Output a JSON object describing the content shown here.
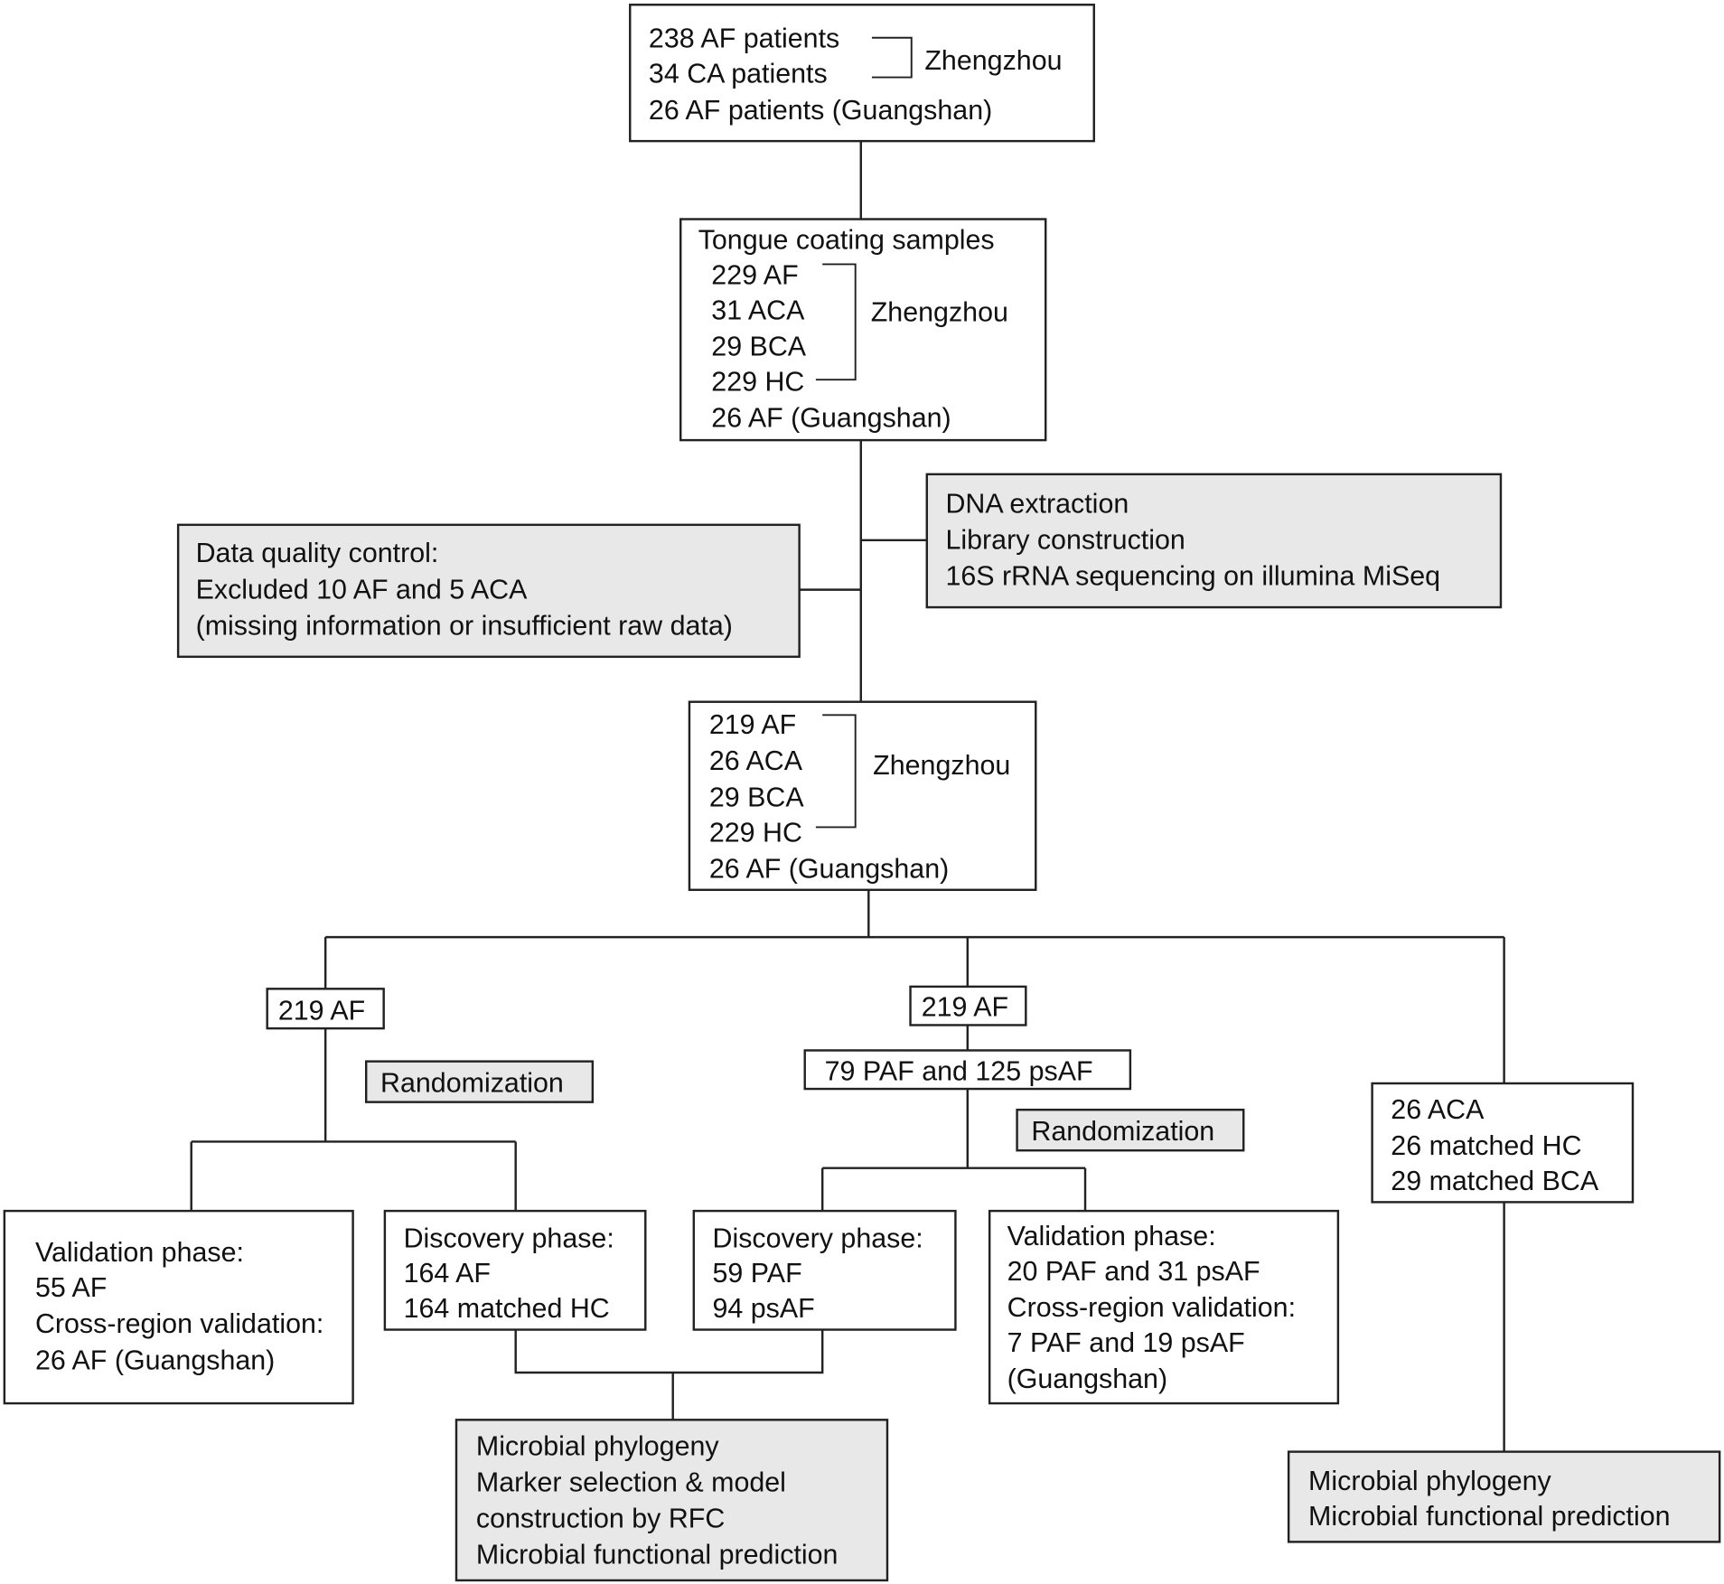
{
  "enrollment": {
    "lines": [
      "238 AF patients",
      "34 CA patients",
      "26 AF patients (Guangshan)"
    ],
    "region": "Zhengzhou"
  },
  "samples": {
    "title": "Tongue coating samples",
    "lines": [
      "229 AF",
      "31 ACA",
      "29 BCA",
      "229 HC",
      "26 AF (Guangshan)"
    ],
    "region": "Zhengzhou"
  },
  "sequencing": {
    "lines": [
      "DNA extraction",
      "Library construction",
      "16S rRNA sequencing on illumina MiSeq"
    ]
  },
  "quality_control": {
    "lines": [
      "Data quality control:",
      "Excluded 10 AF and 5 ACA",
      "(missing information or insufficient raw data)"
    ]
  },
  "final_cohort": {
    "lines": [
      "219 AF",
      "26 ACA",
      "29 BCA",
      "229 HC",
      "26 AF (Guangshan)"
    ],
    "region": "Zhengzhou"
  },
  "branch_left": {
    "label": "219 AF",
    "randomization": "Randomization",
    "validation": [
      "Validation phase:",
      "55 AF",
      "Cross-region validation:",
      "26 AF (Guangshan)"
    ],
    "discovery": [
      "Discovery phase:",
      "164 AF",
      "164 matched HC"
    ]
  },
  "branch_middle": {
    "label": "219 AF",
    "subtypes": "79 PAF and 125 psAF",
    "randomization": "Randomization",
    "discovery": [
      "Discovery phase:",
      "59 PAF",
      "94 psAF"
    ],
    "validation": [
      "Validation phase:",
      "20 PAF and 31 psAF",
      "Cross-region validation:",
      "7 PAF and 19 psAF",
      "(Guangshan)"
    ]
  },
  "branch_right": {
    "lines": [
      "26 ACA",
      "26 matched HC",
      "29 matched BCA"
    ],
    "analysis": [
      "Microbial phylogeny",
      "Microbial functional prediction"
    ]
  },
  "analysis_main": {
    "lines": [
      "Microbial phylogeny",
      "Marker selection & model",
      "construction by RFC",
      "Microbial functional prediction"
    ]
  }
}
